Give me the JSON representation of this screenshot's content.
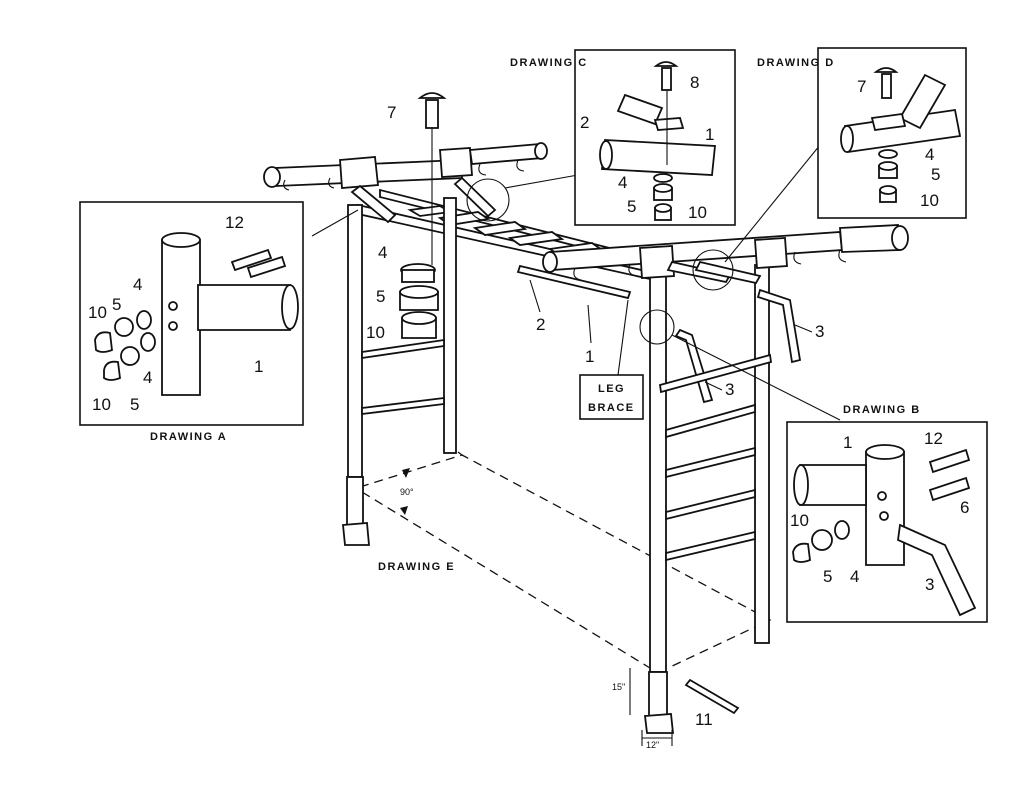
{
  "drawings": {
    "a": {
      "title": "DRAWING A",
      "parts": [
        "12",
        "4",
        "5",
        "10",
        "1",
        "4",
        "10",
        "5"
      ]
    },
    "b": {
      "title": "DRAWING B",
      "parts": [
        "1",
        "12",
        "6",
        "10",
        "5",
        "4",
        "3"
      ]
    },
    "c": {
      "title": "DRAWING C",
      "parts": [
        "8",
        "2",
        "1",
        "4",
        "5",
        "10"
      ]
    },
    "d": {
      "title": "DRAWING D",
      "parts": [
        "7",
        "4",
        "5",
        "10"
      ]
    },
    "e": {
      "title": "DRAWING E",
      "angle": "90°",
      "dim_height": "15\"",
      "dim_width": "12\""
    }
  },
  "main": {
    "part7": "7",
    "part4": "4",
    "part5": "5",
    "part10": "10",
    "part2": "2",
    "part1": "1",
    "part3a": "3",
    "part3b": "3",
    "part11": "11",
    "leg_brace_line1": "LEG",
    "leg_brace_line2": "BRACE"
  }
}
